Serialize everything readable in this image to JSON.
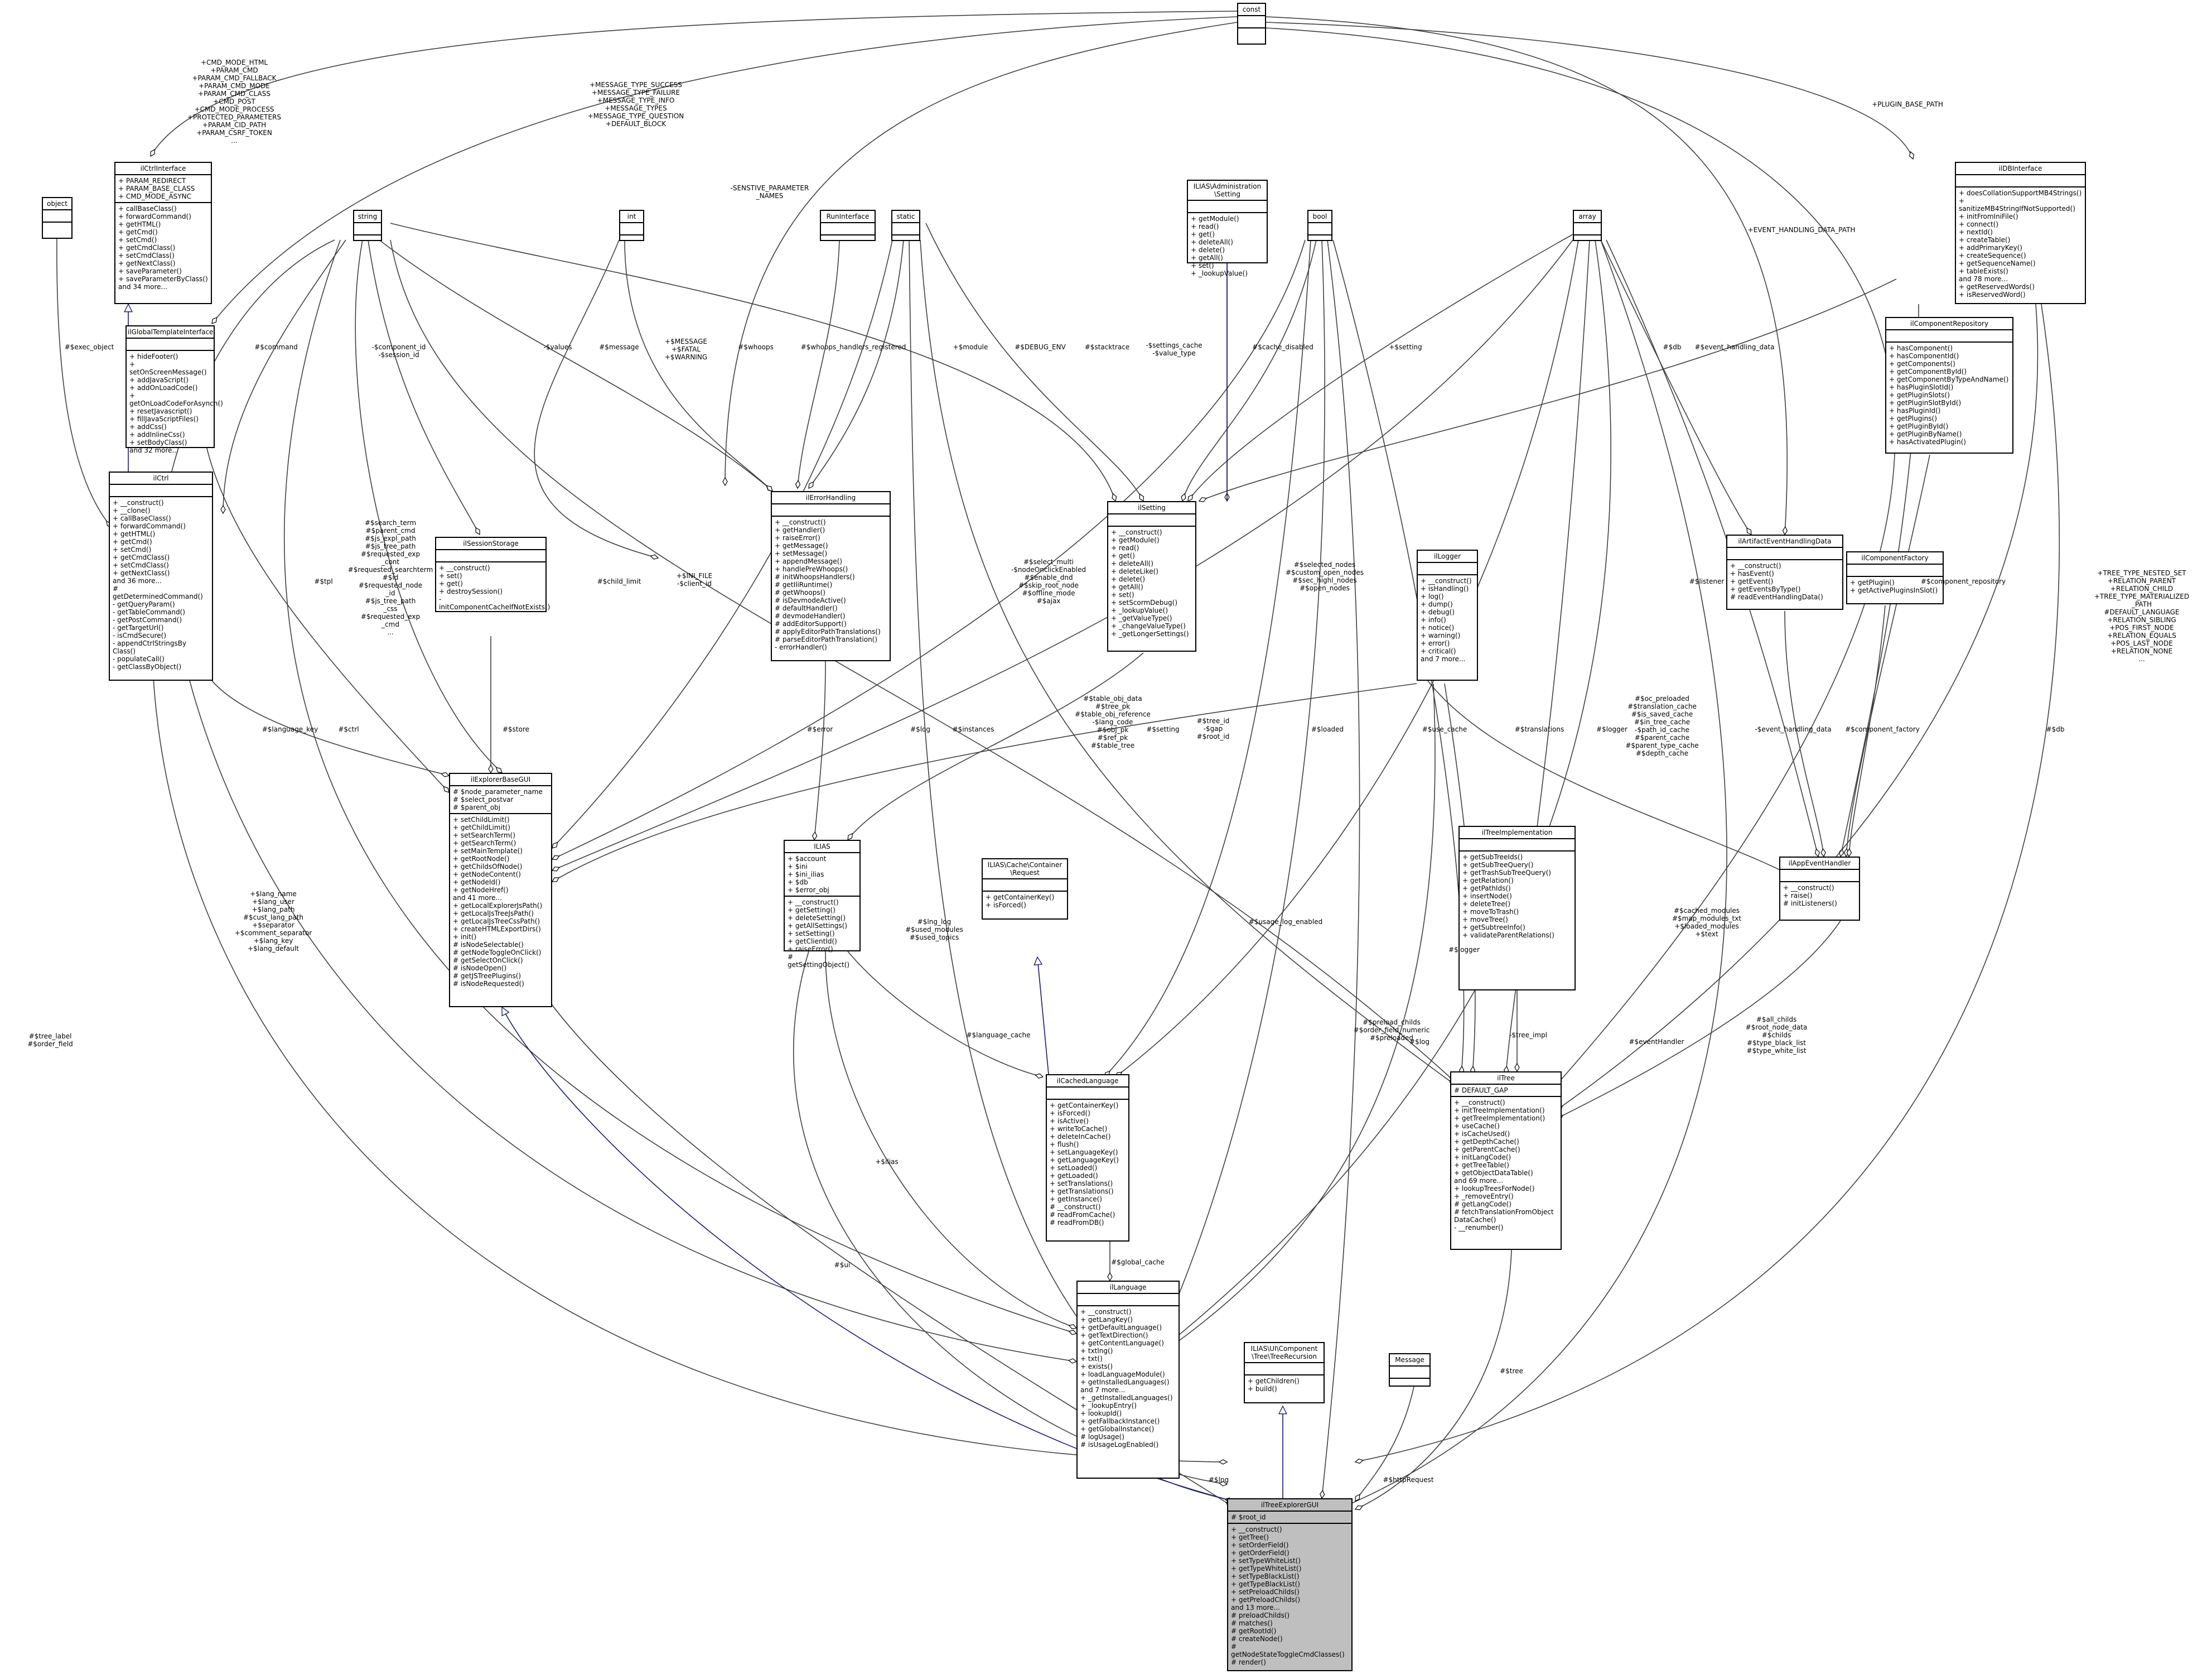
{
  "nodes": {
    "const": {
      "title": "const",
      "attrs": "",
      "ops": ""
    },
    "object": {
      "title": "object",
      "attrs": "",
      "ops": ""
    },
    "string": {
      "title": "string",
      "attrs": "",
      "ops": ""
    },
    "int": {
      "title": "int",
      "attrs": "",
      "ops": ""
    },
    "static": {
      "title": "static",
      "attrs": "",
      "ops": ""
    },
    "bool": {
      "title": "bool",
      "attrs": "",
      "ops": ""
    },
    "array": {
      "title": "array",
      "attrs": "",
      "ops": ""
    },
    "message": {
      "title": "Message",
      "attrs": "",
      "ops": ""
    },
    "ilCtrlInterface": {
      "title": "ilCtrlInterface",
      "attrs": "+ PARAM_REDIRECT\n+ PARAM_BASE_CLASS\n+ CMD_MODE_ASYNC",
      "ops": "+ callBaseClass()\n+ forwardCommand()\n+ getHTML()\n+ getCmd()\n+ setCmd()\n+ getCmdClass()\n+ setCmdClass()\n+ getNextClass()\n+ saveParameter()\n+ saveParameterByClass()\nand 34 more..."
    },
    "ilGlobalTemplateInterface": {
      "title": "ilGlobalTemplateInterface",
      "attrs": "",
      "ops": "+ hideFooter()\n+ setOnScreenMessage()\n+ addJavaScript()\n+ addOnLoadCode()\n+ getOnLoadCodeForAsynch()\n+ resetJavascript()\n+ fillJavaScriptFiles()\n+ addCss()\n+ addInlineCss()\n+ setBodyClass()\nand 32 more..."
    },
    "ilCtrl": {
      "title": "ilCtrl",
      "attrs": "",
      "ops": "+ __construct()\n+ __clone()\n+ callBaseClass()\n+ forwardCommand()\n+ getHTML()\n+ getCmd()\n+ setCmd()\n+ getCmdClass()\n+ setCmdClass()\n+ getNextClass()\nand 36 more...\n# getDeterminedCommand()\n- getQueryParam()\n- getTableCommand()\n- getPostCommand()\n- getTargetUrl()\n- isCmdSecure()\n- appendCtrlStringsBy\nClass()\n- populateCall()\n- getClassByObject()"
    },
    "RunInterface": {
      "title": "RunInterface",
      "attrs": "",
      "ops": ""
    },
    "ILIASAdminSetting": {
      "title": "ILIAS\\Administration\n\\Setting",
      "attrs": "",
      "ops": "+ getModule()\n+ read()\n+ get()\n+ deleteAll()\n+ delete()\n+ getAll()\n+ set()\n+ _lookupValue()"
    },
    "ilDBInterface": {
      "title": "ilDBInterface",
      "attrs": "",
      "ops": "+ doesCollationSupportMB4Strings()\n+ sanitizeMB4StringIfNotSupported()\n+ initFromIniFile()\n+ connect()\n+ nextId()\n+ createTable()\n+ addPrimaryKey()\n+ createSequence()\n+ getSequenceName()\n+ tableExists()\nand 78 more...\n+ getReservedWords()\n+ isReservedWord()"
    },
    "ilComponentRepository": {
      "title": "ilComponentRepository",
      "attrs": "",
      "ops": "+ hasComponent()\n+ hasComponentId()\n+ getComponents()\n+ getComponentById()\n+ getComponentByTypeAndName()\n+ hasPluginSlotId()\n+ getPluginSlots()\n+ getPluginSlotById()\n+ hasPluginId()\n+ getPlugins()\n+ getPluginById()\n+ getPluginByName()\n+ hasActivatedPlugin()"
    },
    "ilSessionStorage": {
      "title": "ilSessionStorage",
      "attrs": "",
      "ops": "+ __construct()\n+ set()\n+ get()\n+ destroySession()\n- initComponentCacheIfNotExists()"
    },
    "ilErrorHandling": {
      "title": "ilErrorHandling",
      "attrs": "",
      "ops": "+ __construct()\n+ getHandler()\n+ raiseError()\n+ getMessage()\n+ setMessage()\n+ appendMessage()\n+ handlePreWhoops()\n# initWhoopsHandlers()\n# getIliRuntime()\n# getWhoops()\n# isDevmodeActive()\n# defaultHandler()\n# devmodeHandler()\n# addEditorSupport()\n# applyEditorPathTranslations()\n# parseEditorPathTranslation()\n- errorHandler()"
    },
    "ilSetting": {
      "title": "ilSetting",
      "attrs": "",
      "ops": "+ __construct()\n+ getModule()\n+ read()\n+ get()\n+ deleteAll()\n+ deleteLike()\n+ delete()\n+ getAll()\n+ set()\n+ setScormDebug()\n+ _lookupValue()\n+ _getValueType()\n+ _changeValueType()\n+ _getLongerSettings()"
    },
    "ilLogger": {
      "title": "ilLogger",
      "attrs": "",
      "ops": "+ __construct()\n+ isHandling()\n+ log()\n+ dump()\n+ debug()\n+ info()\n+ notice()\n+ warning()\n+ error()\n+ critical()\nand 7 more..."
    },
    "ilArtifactEventHandlingData": {
      "title": "ilArtifactEventHandlingData",
      "attrs": "",
      "ops": "+ __construct()\n+ hasEvent()\n+ getEvent()\n+ getEventsByType()\n# readEventHandlingData()"
    },
    "ilComponentFactory": {
      "title": "ilComponentFactory",
      "attrs": "",
      "ops": "+ getPlugin()\n+ getActivePluginsInSlot()"
    },
    "ilExplorerBaseGUI": {
      "title": "ilExplorerBaseGUI",
      "attrs": "# $node_parameter_name\n# $select_postvar\n# $parent_obj",
      "ops": "+ setChildLimit()\n+ getChildLimit()\n+ setSearchTerm()\n+ getSearchTerm()\n+ setMainTemplate()\n+ getRootNode()\n+ getChildsOfNode()\n+ getNodeContent()\n+ getNodeId()\n+ getNodeHref()\nand 41 more...\n+ getLocalExplorerJsPath()\n+ getLocalJsTreeJsPath()\n+ getLocalJsTreeCssPath()\n+ createHTMLExportDirs()\n+ init()\n# isNodeSelectable()\n# getNodeToggleOnClick()\n# getSelectOnClick()\n# isNodeOpen()\n# getJSTreePlugins()\n# isNodeRequested()"
    },
    "ILIAS": {
      "title": "ILIAS",
      "attrs": "+ $account\n+ $ini\n+ $ini_ilias\n+ $db\n+ $error_obj",
      "ops": "+ __construct()\n+ getSetting()\n+ deleteSetting()\n+ getAllSettings()\n+ setSetting()\n+ getClientId()\n+ raiseError()\n# getSettingObject()"
    },
    "CacheRequest": {
      "title": "ILIAS\\Cache\\Container\n\\Request",
      "attrs": "",
      "ops": "+ getContainerKey()\n+ isForced()"
    },
    "ilTreeImplementation": {
      "title": "ilTreeImplementation",
      "attrs": "",
      "ops": "+ getSubTreeIds()\n+ getSubTreeQuery()\n+ getTrashSubTreeQuery()\n+ getRelation()\n+ getPathIds()\n+ insertNode()\n+ deleteTree()\n+ moveToTrash()\n+ moveTree()\n+ getSubtreeInfo()\n+ validateParentRelations()"
    },
    "ilAppEventHandler": {
      "title": "ilAppEventHandler",
      "attrs": "",
      "ops": "+ __construct()\n+ raise()\n# initListeners()"
    },
    "ilCachedLanguage": {
      "title": "ilCachedLanguage",
      "attrs": "",
      "ops": "+ getContainerKey()\n+ isForced()\n+ isActive()\n+ writeToCache()\n+ deleteInCache()\n+ flush()\n+ setLanguageKey()\n+ getLanguageKey()\n+ setLoaded()\n+ getLoaded()\n+ setTranslations()\n+ getTranslations()\n+ getInstance()\n# __construct()\n# readFromCache()\n# readFromDB()"
    },
    "ilTree": {
      "title": "ilTree",
      "attrs": "# DEFAULT_GAP",
      "ops": "+ __construct()\n+ initTreeImplementation()\n+ getTreeImplementation()\n+ useCache()\n+ isCacheUsed()\n+ getDepthCache()\n+ getParentCache()\n+ initLangCode()\n+ getTreeTable()\n+ getObjectDataTable()\nand 69 more...\n+ lookupTreesForNode()\n+ _removeEntry()\n# getLangCode()\n# fetchTranslationFromObject\nDataCache()\n- __renumber()"
    },
    "ilLanguage": {
      "title": "ilLanguage",
      "attrs": "",
      "ops": "+ __construct()\n+ getLangKey()\n+ getDefaultLanguage()\n+ getTextDirection()\n+ getContentLanguage()\n+ txtlng()\n+ txt()\n+ exists()\n+ loadLanguageModule()\n+ getInstalledLanguages()\nand 7 more...\n+ _getInstalledLanguages()\n+ _lookupEntry()\n+ lookupId()\n+ getFallbackInstance()\n+ getGlobalInstance()\n# logUsage()\n# isUsageLogEnabled()"
    },
    "TreeRecursion": {
      "title": "ILIAS\\UI\\Component\n\\Tree\\TreeRecursion",
      "attrs": "",
      "ops": "+ getChildren()\n+ build()"
    },
    "ilTreeExplorerGUI": {
      "title": "ilTreeExplorerGUI",
      "attrs": "# $root_id",
      "ops": "+ __construct()\n+ getTree()\n+ setOrderField()\n+ getOrderField()\n+ setTypeWhiteList()\n+ getTypeWhiteList()\n+ setTypeBlackList()\n+ getTypeBlackList()\n+ setPreloadChilds()\n+ getPreloadChilds()\nand 13 more...\n# preloadChilds()\n# matches()\n# getRootId()\n# createNode()\n# getNodeStateToggleCmdClasses()\n# render()"
    }
  },
  "labels": {
    "ctrl_consts": "+CMD_MODE_HTML\n+PARAM_CMD\n+PARAM_CMD_FALLBACK\n+PARAM_CMD_MODE\n+PARAM_CMD_CLASS\n+CMD_POST\n+CMD_MODE_PROCESS\n+PROTECTED_PARAMETERS\n+PARAM_CID_PATH\n+PARAM_CSRF_TOKEN\n...",
    "msg_consts": "+MESSAGE_TYPE_SUCCESS\n+MESSAGE_TYPE_FAILURE\n+MESSAGE_TYPE_INFO\n+MESSAGE_TYPES\n+MESSAGE_TYPE_QUESTION\n+DEFAULT_BLOCK",
    "plugin_base_path": "+PLUGIN_BASE_PATH",
    "sensitive": "-SENSTIVE_PARAMETER\n_NAMES",
    "event_path": "+EVENT_HANDLING_DATA_PATH",
    "exec_object": "#$exec_object",
    "command": "#$command",
    "component_id": "-$component_id\n-$session_id",
    "values": "-$values",
    "message": "#$message",
    "int_consts": "+$MESSAGE\n+$FATAL\n+$WARNING",
    "whoops": "#$whoops",
    "whoops_reg": "#$whoops_handlers_registered",
    "module": "+$module",
    "debug_env": "#$DEBUG_ENV",
    "stacktrace": "#$stacktrace",
    "settings_cache": "-$settings_cache\n-$value_type",
    "cache_disabled": "#$cache_disabled",
    "setting_plus": "+$setting",
    "db_top": "#$db",
    "event_data": "#$event_handling_data",
    "tree_consts": "+TREE_TYPE_NESTED_SET\n+RELATION_PARENT\n+RELATION_CHILD\n+TREE_TYPE_MATERIALIZED\n_PATH\n#DEFAULT_LANGUAGE\n+RELATION_SIBLING\n+POS_FIRST_NODE\n+RELATION_EQUALS\n+POS_LAST_NODE\n+RELATION_NONE\n...",
    "explorer_strings": "#$search_term\n#$parent_cmd\n#$js_expl_path\n#$js_tree_path\n#$requested_exp\n_cont\n#$requested_searchterm\n#$id\n#$requested_node\n_id\n#$js_tree_path\n_css\n#$requested_exp\n_cmd\n...",
    "tpl": "#$tpl",
    "child_limit": "#$child_limit",
    "ini_file": "+$INI_FILE\n-$client_id",
    "select_multi": "#$select_multi\n-$nodeOnclickEnabled\n#$enable_dnd\n#$skip_root_node\n#$offline_mode\n#$ajax",
    "selected_nodes": "#$selected_nodes\n#$custom_open_nodes\n#$sec_highl_nodes\n#$open_nodes",
    "listener": "#$listener",
    "component_repository": "#$component_repository",
    "language_key": "#$language_key",
    "ctrl": "#$ctrl",
    "store": "#$store",
    "error": "#$error",
    "log_mid": "#$log",
    "instances": "#$instances",
    "table_data": "#$table_obj_data\n#$tree_pk\n#$table_obj_reference\n-$lang_code\n#$obj_pk\n#$ref_pk\n#$table_tree",
    "setting_mid": "#$setting",
    "tree_id": "#$tree_id\n-$gap\n#$root_id",
    "loaded": "#$loaded",
    "use_cache": "#$use_cache",
    "translations": "#$translations",
    "logger": "#$logger",
    "oc_preloaded": "#$oc_preloaded\n#$translation_cache\n#$is_saved_cache\n#$in_tree_cache\n-$path_id_cache\n#$parent_cache\n#$parent_type_cache\n#$depth_cache",
    "event_handling_data": "-$event_handling_data",
    "component_factory": "#$component_factory",
    "db_right": "#$db",
    "lang_misc": "+$lang_name\n+$lang_user\n+$lang_path\n#$cust_lang_path\n+$separator\n+$comment_separator\n+$lang_key\n+$lang_default",
    "lng_log": "#$lng_log\n#$used_modules\n#$used_topics",
    "usage_log": "#$usage_log_enabled",
    "cached_modules": "#$cached_modules\n#$map_modules_txt\n+$loaded_modules\n+$text",
    "logger2": "#$logger",
    "language_cache": "#$language_cache",
    "tree_impl": "-$tree_impl",
    "preload_childs": "#$preload_childs\n#$order_field_numeric\n#$preloaded",
    "log_low": "#$log",
    "event_handler": "#$eventHandler",
    "all_childs": "#$all_childs\n#$root_node_data\n#$childs\n#$type_black_list\n#$type_white_list",
    "tree_label": "#$tree_label\n#$order_field",
    "ilias": "+$ilias",
    "ui": "#$ui",
    "global_cache": "#$global_cache",
    "tree": "#$tree",
    "lng": "#$lng",
    "http_request": "#$httpRequest"
  }
}
